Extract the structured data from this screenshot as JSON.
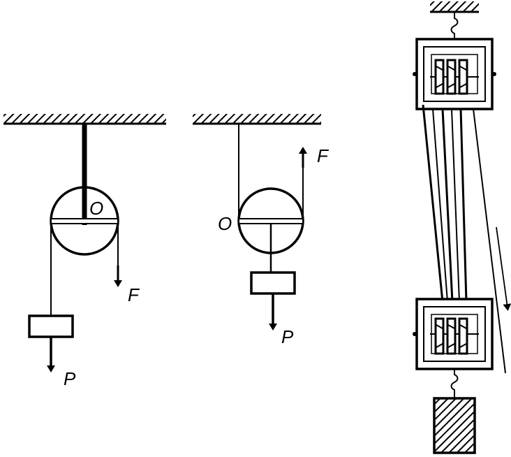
{
  "figures": {
    "fixed_pulley": {
      "label_center": "O",
      "label_force": "F",
      "label_load": "P"
    },
    "movable_pulley": {
      "label_center": "O",
      "label_force": "F",
      "label_load": "P"
    },
    "pulley_block": {}
  },
  "colors": {
    "ink": "#000000",
    "background": "#ffffff"
  }
}
